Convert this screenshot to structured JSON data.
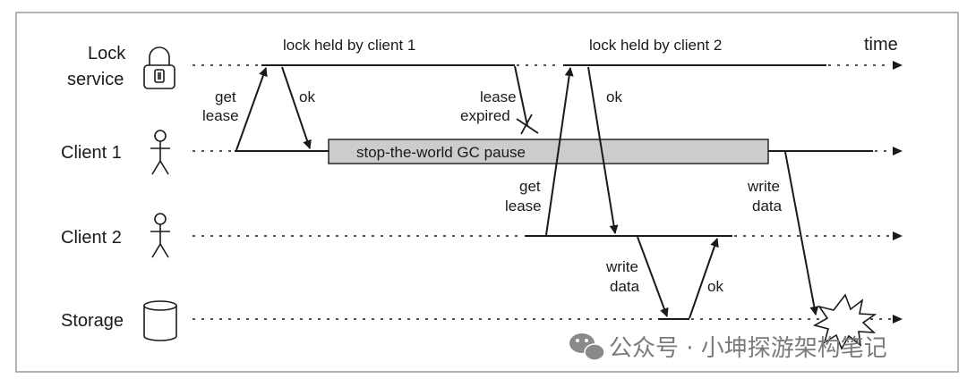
{
  "diagram": {
    "time_label": "time",
    "lanes": {
      "lock_service": [
        "Lock",
        "service"
      ],
      "client1": "Client 1",
      "client2": "Client 2",
      "storage": "Storage"
    },
    "labels": {
      "lock_held_1": "lock held by client 1",
      "lock_held_2": "lock held by client 2",
      "get_lease_1": [
        "get",
        "lease"
      ],
      "ok_1": "ok",
      "lease_expired": [
        "lease",
        "expired"
      ],
      "gc_pause": "stop-the-world GC pause",
      "get_lease_2": [
        "get",
        "lease"
      ],
      "ok_2": "ok",
      "write_data_2": [
        "write",
        "data"
      ],
      "ok_3": "ok",
      "write_data_1": [
        "write",
        "data"
      ]
    },
    "colors": {
      "line": "#1a1a1a",
      "gc_fill": "#cccccc",
      "frame": "#9a9a9a",
      "watermark": "#7a7a7a"
    },
    "icons": [
      "lock-icon",
      "person-icon",
      "person-icon",
      "cylinder-icon",
      "starburst-icon",
      "wechat-icon"
    ]
  },
  "watermark": {
    "text": "公众号 · 小坤探游架构笔记"
  }
}
